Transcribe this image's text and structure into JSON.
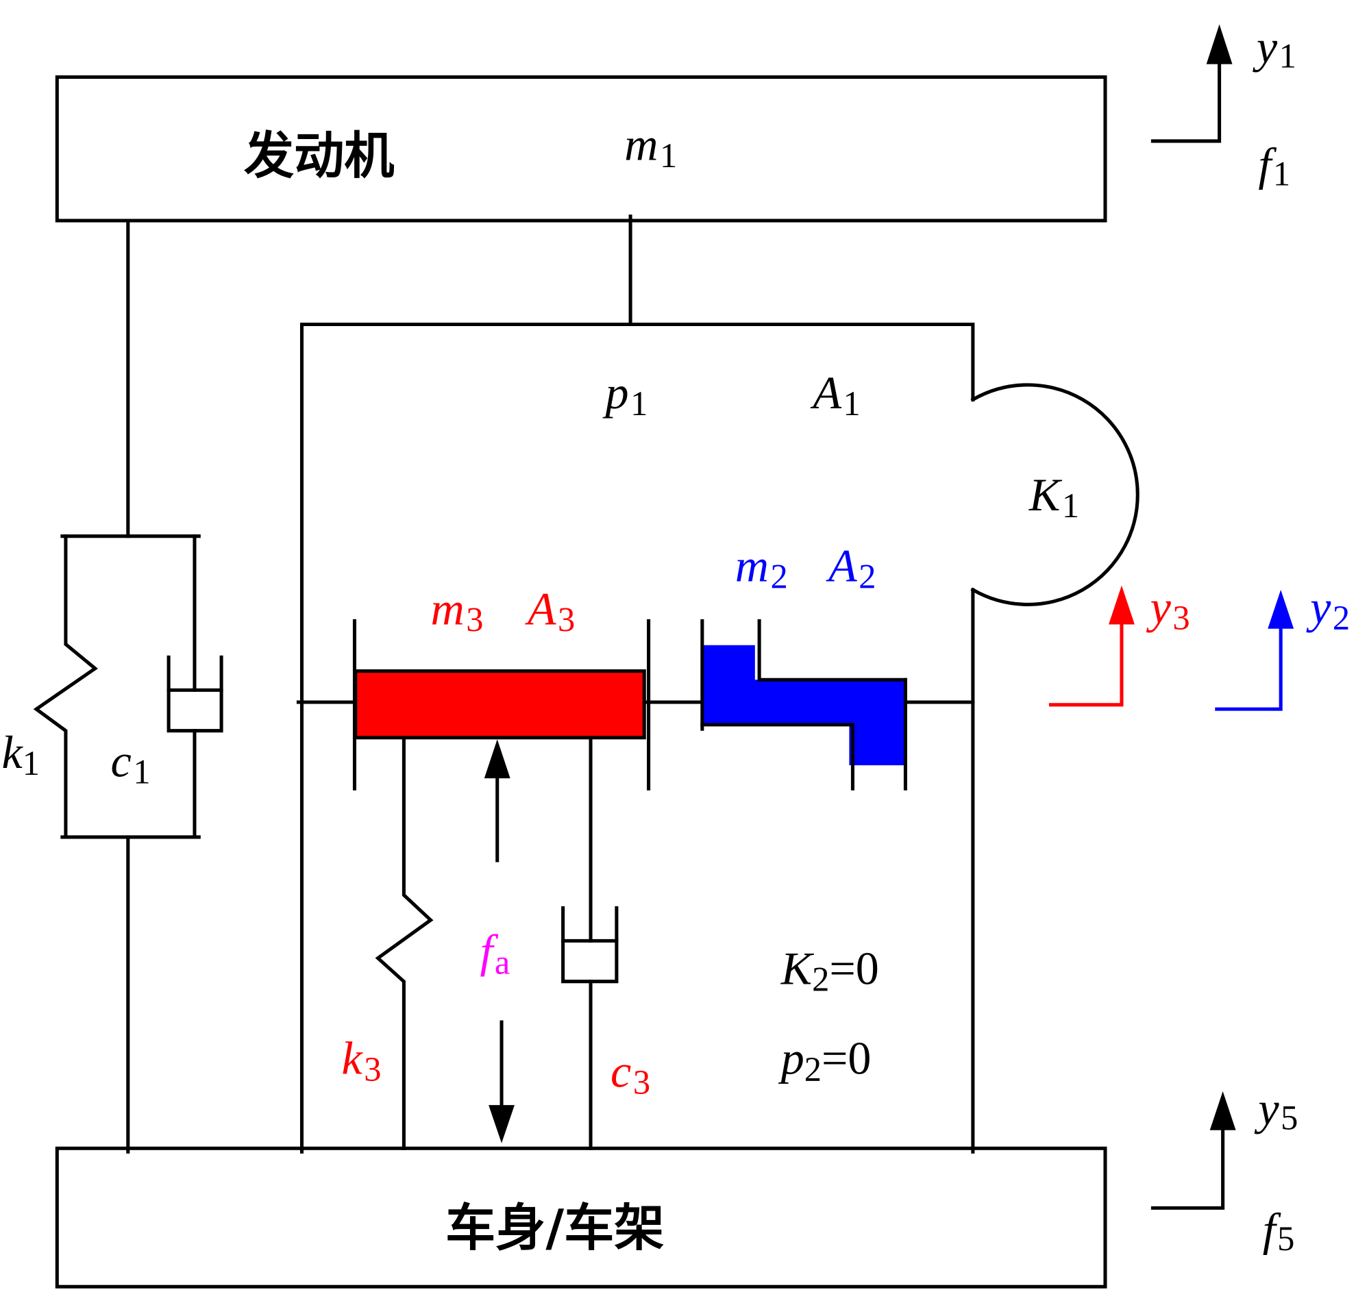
{
  "colors": {
    "line": "#000000",
    "piston_m3": "#ff0000",
    "piston_m2": "#0000ff",
    "force_fa": "#ff00ff"
  },
  "engine": {
    "label": "发动机",
    "mass": "m",
    "mass_sub": "1"
  },
  "body": {
    "label": "车身/车架"
  },
  "mount_left": {
    "spring": "k",
    "spring_sub": "1",
    "damper": "c",
    "damper_sub": "1"
  },
  "chamber": {
    "pressure": "p",
    "pressure_sub": "1",
    "area": "A",
    "area_sub": "1",
    "compliance": "K",
    "compliance_sub": "1"
  },
  "decoupler": {
    "mass": "m",
    "mass_sub": "2",
    "area": "A",
    "area_sub": "2"
  },
  "actuator": {
    "mass": "m",
    "mass_sub": "3",
    "area": "A",
    "area_sub": "3",
    "spring": "k",
    "spring_sub": "3",
    "damper": "c",
    "damper_sub": "3",
    "force": "f",
    "force_sub": "a"
  },
  "lower_chamber": {
    "k2_name": "K",
    "k2_sub": "2",
    "k2_value": "=0",
    "p2_name": "p",
    "p2_sub": "2",
    "p2_value": "=0"
  },
  "coords": {
    "y1": "y",
    "y1_sub": "1",
    "f1": "f",
    "f1_sub": "1",
    "y2": "y",
    "y2_sub": "2",
    "y3": "y",
    "y3_sub": "3",
    "y5": "y",
    "y5_sub": "5",
    "f5": "f",
    "f5_sub": "5"
  }
}
